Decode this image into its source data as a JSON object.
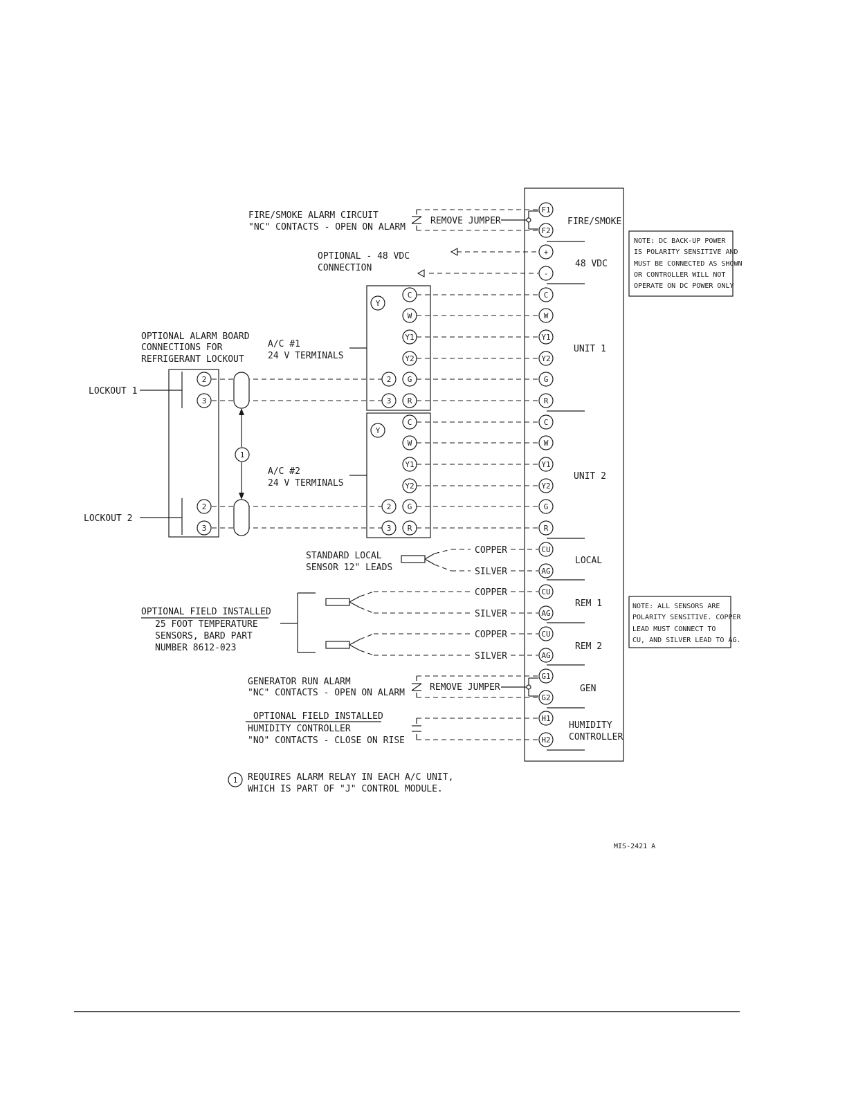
{
  "labels": {
    "fire_l1": "FIRE/SMOKE ALARM CIRCUIT",
    "fire_l2": "\"NC\" CONTACTS - OPEN ON ALARM",
    "remove_jumper_1": "REMOVE JUMPER",
    "opt48_l1": "OPTIONAL - 48 VDC",
    "opt48_l2": "CONNECTION",
    "alarm_l1": "OPTIONAL ALARM BOARD",
    "alarm_l2": "CONNECTIONS FOR",
    "alarm_l3": "REFRIGERANT LOCKOUT",
    "ac1_l1": "A/C #1",
    "ac1_l2": "24 V TERMINALS",
    "ac2_l1": "A/C #2",
    "ac2_l2": "24 V TERMINALS",
    "lockout1": "LOCKOUT 1",
    "lockout2": "LOCKOUT 2",
    "std_l1": "STANDARD LOCAL",
    "std_l2": "SENSOR 12\" LEADS",
    "opt_field_1": "OPTIONAL FIELD INSTALLED",
    "sensors_l1": "25 FOOT TEMPERATURE",
    "sensors_l2": "SENSORS, BARD PART",
    "sensors_l3": "NUMBER 8612-023",
    "gen_l1": "GENERATOR RUN ALARM",
    "gen_l2": "\"NC\" CONTACTS - OPEN ON ALARM",
    "remove_jumper_2": "REMOVE JUMPER",
    "opt_field_2": "OPTIONAL FIELD INSTALLED",
    "hum_l1": "HUMIDITY CONTROLLER",
    "hum_l2": "\"NO\" CONTACTS - CLOSE ON RISE",
    "footnote_num": "1",
    "footnote_l1": "REQUIRES ALARM RELAY IN EACH A/C UNIT,",
    "footnote_l2": "WHICH IS PART OF \"J\" CONTROL MODULE.",
    "copper": "COPPER",
    "silver": "SILVER",
    "figure_id": "MIS-2421 A"
  },
  "groups": {
    "fire_smoke": "FIRE/SMOKE",
    "vdc48": "48 VDC",
    "unit1": "UNIT 1",
    "unit2": "UNIT 2",
    "local": "LOCAL",
    "rem1": "REM 1",
    "rem2": "REM 2",
    "gen": "GEN",
    "hum_l1": "HUMIDITY",
    "hum_l2": "CONTROLLER"
  },
  "terminals": {
    "f1": "F1",
    "f2": "F2",
    "plus": "+",
    "minus": "-",
    "u1_c": "C",
    "u1_w": "W",
    "u1_y1": "Y1",
    "u1_y2": "Y2",
    "u1_g": "G",
    "u1_r": "R",
    "u2_c": "C",
    "u2_w": "W",
    "u2_y1": "Y1",
    "u2_y2": "Y2",
    "u2_g": "G",
    "u2_r": "R",
    "loc_cu": "CU",
    "loc_ag": "AG",
    "r1_cu": "CU",
    "r1_ag": "AG",
    "r2_cu": "CU",
    "r2_ag": "AG",
    "g1": "G1",
    "g2": "G2",
    "h1": "H1",
    "h2": "H2"
  },
  "ac_box_terminals": {
    "y": "Y",
    "c": "C",
    "w": "W",
    "y1": "Y1",
    "y2": "Y2",
    "g": "G",
    "r": "R",
    "n2": "2",
    "n3": "3"
  },
  "alarm_board_terminals": {
    "n2": "2",
    "n3": "3"
  },
  "notes": {
    "dc": [
      "NOTE:  DC BACK-UP POWER",
      "IS POLARITY SENSITIVE AND",
      "MUST BE CONNECTED AS SHOWN",
      "OR CONTROLLER WILL NOT",
      "OPERATE ON DC POWER ONLY"
    ],
    "sensors": [
      "NOTE:  ALL SENSORS ARE",
      "POLARITY SENSITIVE. COPPER",
      "LEAD MUST CONNECT TO",
      "CU, AND SILVER LEAD TO AG."
    ]
  }
}
